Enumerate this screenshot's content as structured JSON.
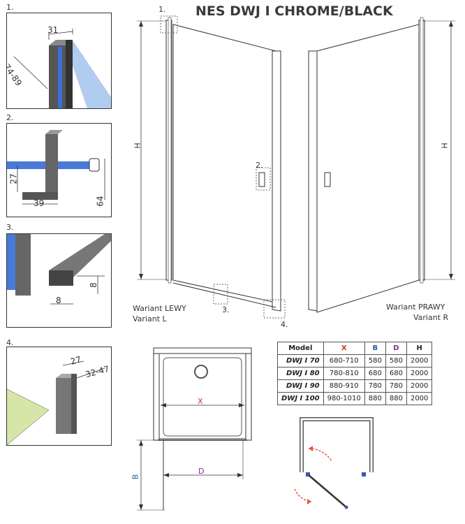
{
  "title": "NES DWJ I CHROME/BLACK",
  "details": [
    {
      "num": "1.",
      "dims": [
        "31",
        "74-89"
      ]
    },
    {
      "num": "2.",
      "dims": [
        "27",
        "39",
        "64"
      ]
    },
    {
      "num": "3.",
      "dims": [
        "8",
        "8"
      ]
    },
    {
      "num": "4.",
      "dims": [
        "27",
        "32-47"
      ]
    }
  ],
  "callouts": [
    "1.",
    "2.",
    "3.",
    "4."
  ],
  "height_label": "H",
  "variants": {
    "left": {
      "line1": "Wariant LEWY",
      "line2": "Variant L"
    },
    "right": {
      "line1": "Wariant PRAWY",
      "line2": "Variant R"
    }
  },
  "plan_labels": {
    "x": "X",
    "d": "D",
    "b": "B"
  },
  "table": {
    "headers": [
      "Model",
      "X",
      "B",
      "D",
      "H"
    ],
    "rows": [
      [
        "DWJ I 70",
        "680-710",
        "580",
        "580",
        "2000"
      ],
      [
        "DWJ I 80",
        "780-810",
        "680",
        "680",
        "2000"
      ],
      [
        "DWJ I 90",
        "880-910",
        "780",
        "780",
        "2000"
      ],
      [
        "DWJ I 100",
        "980-1010",
        "880",
        "880",
        "2000"
      ]
    ]
  },
  "colors": {
    "glass": "#6a8fd8",
    "floor": "#d6e6a8",
    "profile": "#555555",
    "arrow": "#e05a3a",
    "x_dim": "#c0392b",
    "b_dim": "#2a56a8",
    "d_dim": "#7d2c8e"
  }
}
